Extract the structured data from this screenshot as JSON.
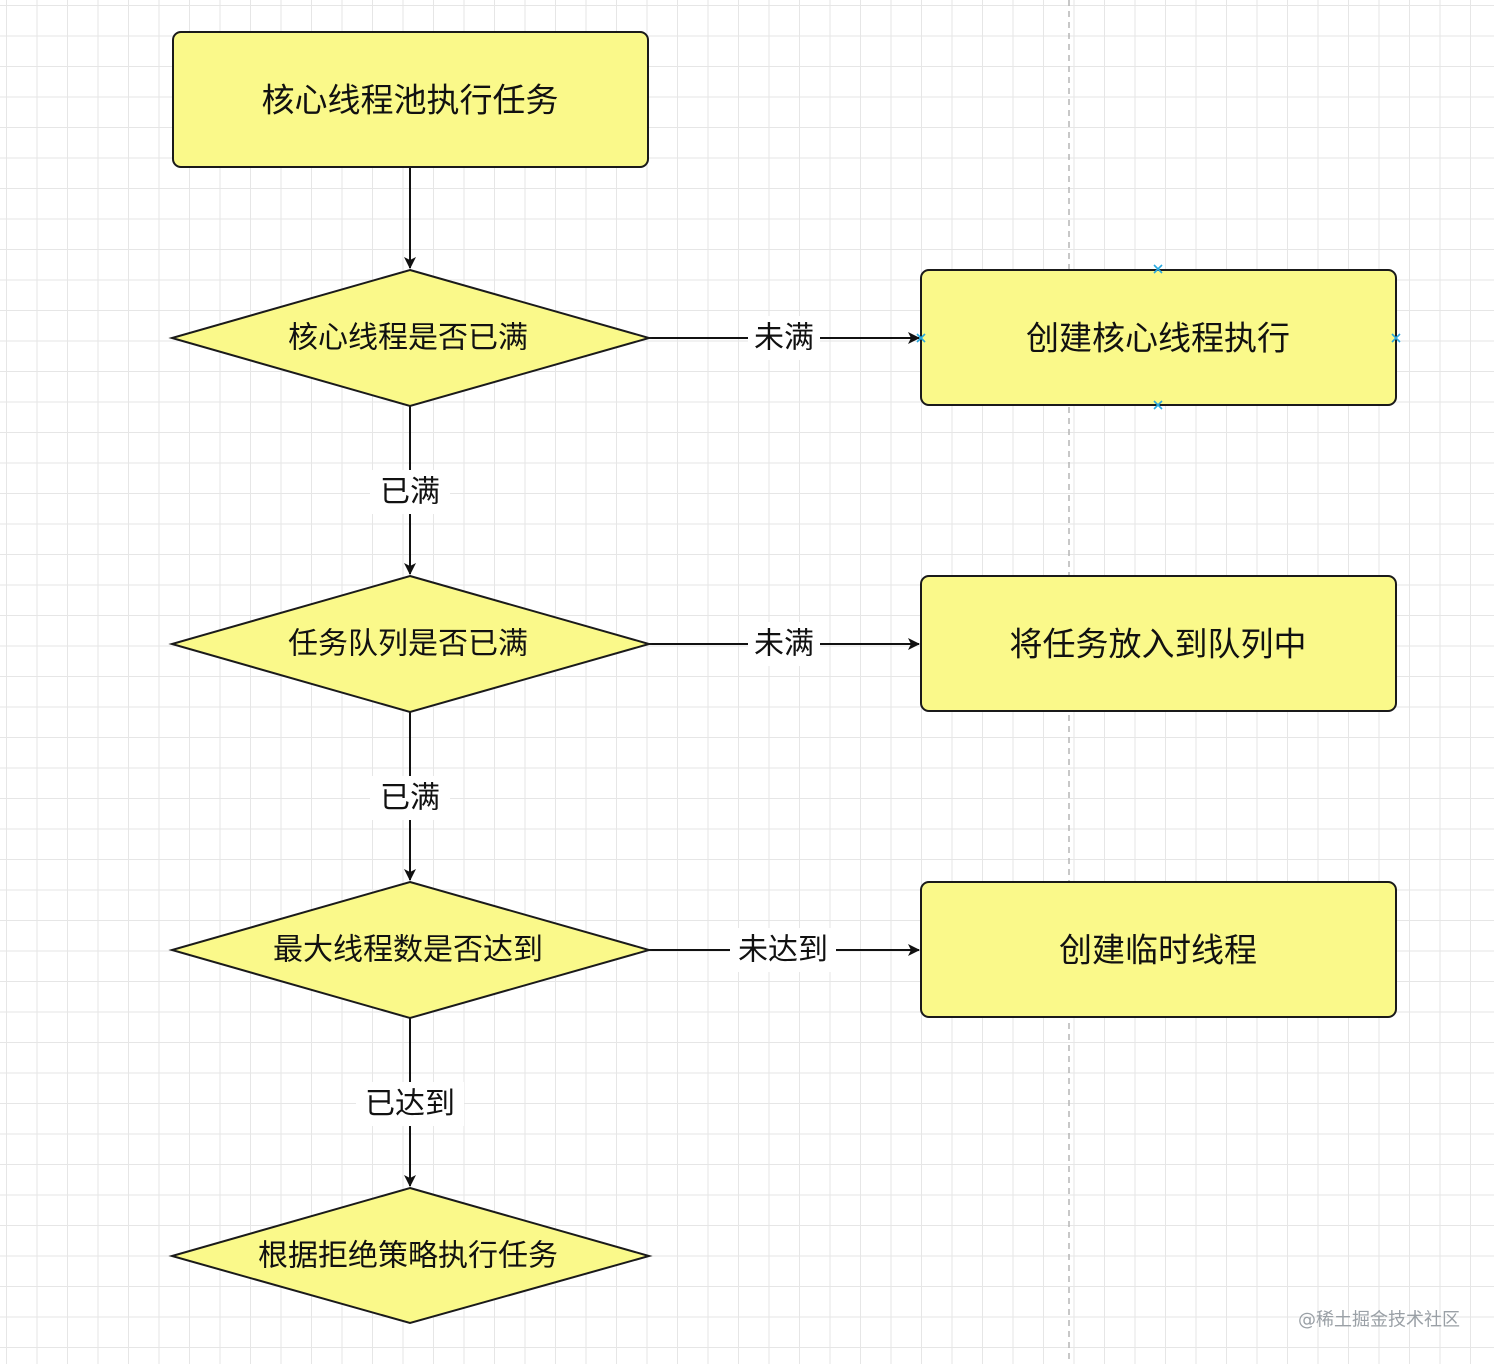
{
  "diagram": {
    "nodes": {
      "start": {
        "label": "核心线程池执行任务"
      },
      "check_core": {
        "label": "核心线程是否已满"
      },
      "create_core": {
        "label": "创建核心线程执行"
      },
      "check_queue": {
        "label": "任务队列是否已满"
      },
      "enqueue": {
        "label": "将任务放入到队列中"
      },
      "check_max": {
        "label": "最大线程数是否达到"
      },
      "create_temp": {
        "label": "创建临时线程"
      },
      "reject": {
        "label": "根据拒绝策略执行任务"
      }
    },
    "edges": {
      "core_full": {
        "label": "已满"
      },
      "core_not_full": {
        "label": "未满"
      },
      "queue_full": {
        "label": "已满"
      },
      "queue_not_full": {
        "label": "未满"
      },
      "max_reached": {
        "label": "已达到"
      },
      "max_not_reached": {
        "label": "未达到"
      }
    }
  },
  "colors": {
    "node_fill": "#faf98a",
    "node_stroke": "#1a1a1a",
    "edge": "#111111",
    "selection_handle": "#29a9e0",
    "page_break": "#b5b5b5"
  },
  "watermark": "@稀土掘金技术社区"
}
